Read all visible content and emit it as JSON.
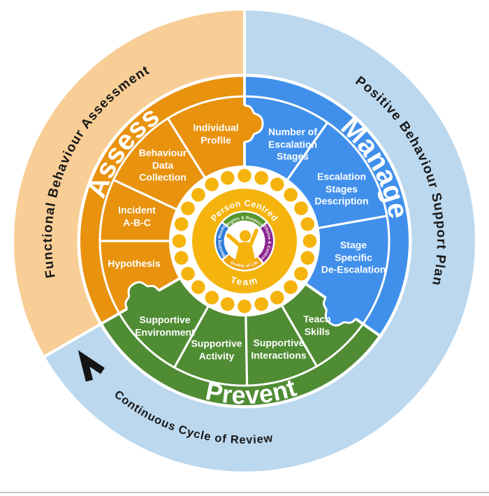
{
  "outer_ring": {
    "fba": {
      "label": "Functional Behaviour Assessment",
      "color": "#F8CE96"
    },
    "pbsp": {
      "label": "Positive Behaviour Support Plan",
      "color": "#BCD8EE"
    },
    "review": {
      "label": "Continuous Cycle of Review",
      "arrow_icon": "counterclockwise-arrowhead",
      "text_color": "#171717"
    }
  },
  "sections": {
    "assess": {
      "label": "Assess",
      "color": "#E8920E",
      "items": [
        {
          "label": "Hypothesis"
        },
        {
          "label": "Incident\nA-B-C"
        },
        {
          "label": "Behaviour\nData\nCollection"
        },
        {
          "label": "Individual\nProfile"
        }
      ]
    },
    "manage": {
      "label": "Manage",
      "color": "#4090EB",
      "items": [
        {
          "label": "Number of\nEscalation\nStages"
        },
        {
          "label": "Escalation\nStages\nDescription"
        },
        {
          "label": "Stage\nSpecific\nDe-Escalation"
        }
      ]
    },
    "prevent": {
      "label": "Prevent",
      "color": "#4F8C33",
      "items": [
        {
          "label": "Supportive\nEnvironment"
        },
        {
          "label": "Supportive\nActivity"
        },
        {
          "label": "Supportive\nInteractions"
        },
        {
          "label": "Teach\nSkills"
        }
      ]
    }
  },
  "center": {
    "top_label": "Person Centred",
    "bottom_label": "Team",
    "gold": "#F5B40D",
    "bead_count": 24,
    "person_icon": "person-arms-raised",
    "values": [
      {
        "label": "Rights & Respect",
        "color": "#55962E"
      },
      {
        "label": "Choice & Control",
        "color": "#8B2590"
      },
      {
        "label": "Quality of Life",
        "color": "#EFA30B"
      },
      {
        "label": "Meeting Needs",
        "color": "#2E7BD9"
      }
    ]
  }
}
